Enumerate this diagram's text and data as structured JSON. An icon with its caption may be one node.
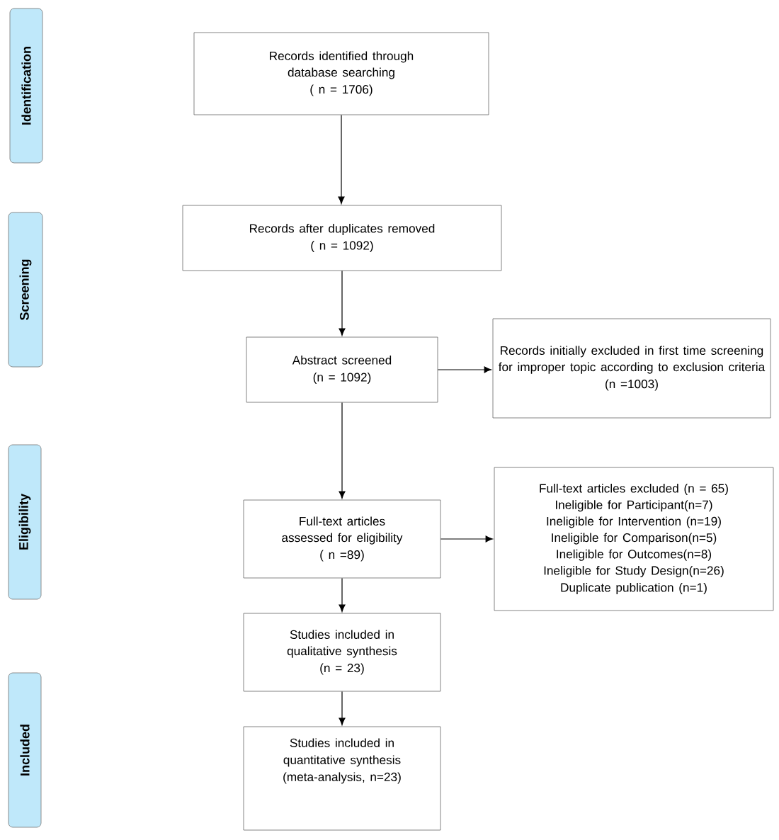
{
  "diagram": {
    "nodes": [
      {
        "text": [
          "Identification"
        ]
      },
      {
        "text": [
          "Screening"
        ]
      },
      {
        "text": [
          "Eligibility"
        ]
      },
      {
        "text": [
          "Included"
        ]
      },
      {
        "text": [
          "Records identified through database searching",
          "( n = 1706)"
        ]
      },
      {
        "text": [
          "Records after duplicates removed",
          "( n = 1092)"
        ]
      },
      {
        "text": [
          "Abstract screened",
          "(n = 1092)"
        ]
      },
      {
        "text": [
          "Records initially excluded in first time screening for improper topic according to exclusion criteria",
          "(n =1003)"
        ]
      },
      {
        "text": [
          "Full-text articles assessed for eligibility",
          "( n =89)"
        ]
      },
      {
        "text": [
          "Full-text articles excluded (n = 65)",
          "Ineligible for Participant(n=7)",
          "Ineligible for Intervention (n=19)",
          "Ineligible for Comparison(n=5)",
          "Ineligible for Outcomes(n=8)",
          "Ineligible for Study Design(n=26)",
          "Duplicate publication (n=1)"
        ]
      },
      {
        "text": [
          "Studies included in qualitative synthesis",
          "(n = 23)"
        ]
      },
      {
        "text": [
          "Studies included in quantitative synthesis (meta-analysis, n=23)"
        ]
      }
    ],
    "edges": [
      {
        "from": 4,
        "to": 5,
        "arrow": "to"
      },
      {
        "from": 5,
        "to": 6,
        "arrow": "to"
      },
      {
        "from": 6,
        "to": 7,
        "arrow": "to"
      },
      {
        "from": 6,
        "to": 8,
        "arrow": "to"
      },
      {
        "from": 8,
        "to": 9,
        "arrow": "to"
      },
      {
        "from": 8,
        "to": 10,
        "arrow": "to"
      },
      {
        "from": 10,
        "to": 11,
        "arrow": "to"
      }
    ]
  }
}
